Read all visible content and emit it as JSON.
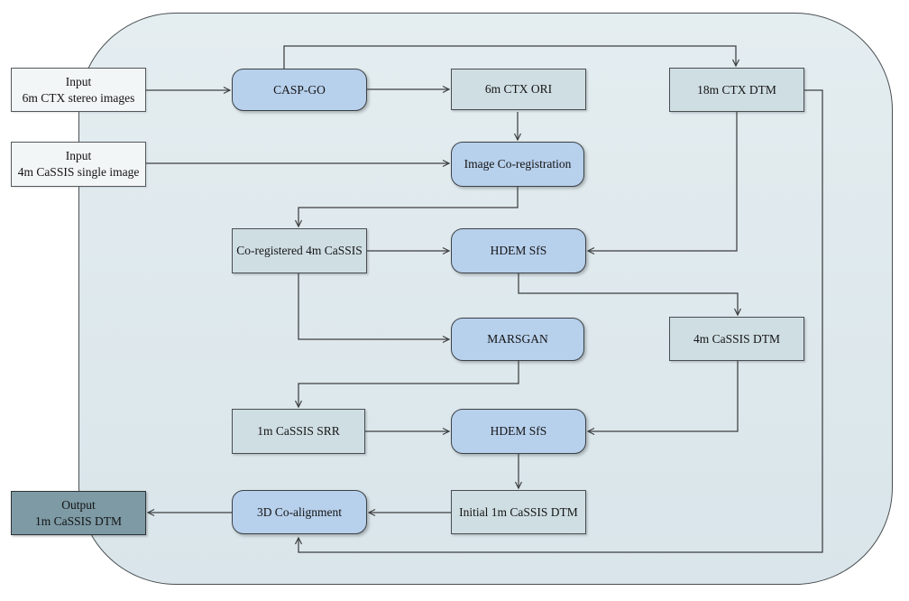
{
  "colors": {
    "container_fill_top": "#e4edf0",
    "container_fill_bottom": "#d9e5ea",
    "process_fill": "#b7d0ec",
    "data_fill": "#cfdee3",
    "input_fill": "#f3f6f7",
    "output_fill": "#7d9aa5",
    "connector": "#3d3f40"
  },
  "nodes": {
    "input_ctx": {
      "line1": "Input",
      "line2": "6m CTX stereo images"
    },
    "input_cassis": {
      "line1": "Input",
      "line2": "4m CaSSIS single image"
    },
    "casp_go": {
      "label": "CASP-GO"
    },
    "ctx_ori": {
      "label": "6m CTX ORI"
    },
    "ctx_dtm": {
      "label": "18m CTX DTM"
    },
    "image_coreg": {
      "label": "Image Co-registration"
    },
    "coreg_cassis": {
      "label": "Co-registered 4m CaSSIS"
    },
    "hdem_sfs_1": {
      "label": "HDEM SfS"
    },
    "marsgan": {
      "label": "MARSGAN"
    },
    "cassis_dtm": {
      "label": "4m CaSSIS DTM"
    },
    "cassis_srr": {
      "label": "1m CaSSIS SRR"
    },
    "hdem_sfs_2": {
      "label": "HDEM SfS"
    },
    "initial_dtm": {
      "label": "Initial 1m CaSSIS DTM"
    },
    "coalign": {
      "label": "3D Co-alignment"
    },
    "output": {
      "line1": "Output",
      "line2": "1m CaSSIS DTM"
    }
  },
  "edges": [
    {
      "from": "Input 6m CTX stereo images",
      "to": "CASP-GO"
    },
    {
      "from": "CASP-GO",
      "to": "18m CTX DTM"
    },
    {
      "from": "CASP-GO",
      "to": "6m CTX ORI"
    },
    {
      "from": "6m CTX ORI",
      "to": "Image Co-registration"
    },
    {
      "from": "Input 4m CaSSIS single image",
      "to": "Image Co-registration"
    },
    {
      "from": "Image Co-registration",
      "to": "Co-registered 4m CaSSIS"
    },
    {
      "from": "Co-registered 4m CaSSIS",
      "to": "HDEM SfS (upper)"
    },
    {
      "from": "18m CTX DTM",
      "to": "HDEM SfS (upper)"
    },
    {
      "from": "HDEM SfS (upper)",
      "to": "4m CaSSIS DTM"
    },
    {
      "from": "Co-registered 4m CaSSIS",
      "to": "MARSGAN"
    },
    {
      "from": "MARSGAN",
      "to": "1m CaSSIS SRR"
    },
    {
      "from": "1m CaSSIS SRR",
      "to": "HDEM SfS (lower)"
    },
    {
      "from": "4m CaSSIS DTM",
      "to": "HDEM SfS (lower)"
    },
    {
      "from": "HDEM SfS (lower)",
      "to": "Initial 1m CaSSIS DTM"
    },
    {
      "from": "Initial 1m CaSSIS DTM",
      "to": "3D Co-alignment"
    },
    {
      "from": "18m CTX DTM",
      "to": "3D Co-alignment"
    },
    {
      "from": "3D Co-alignment",
      "to": "Output 1m CaSSIS DTM"
    }
  ]
}
